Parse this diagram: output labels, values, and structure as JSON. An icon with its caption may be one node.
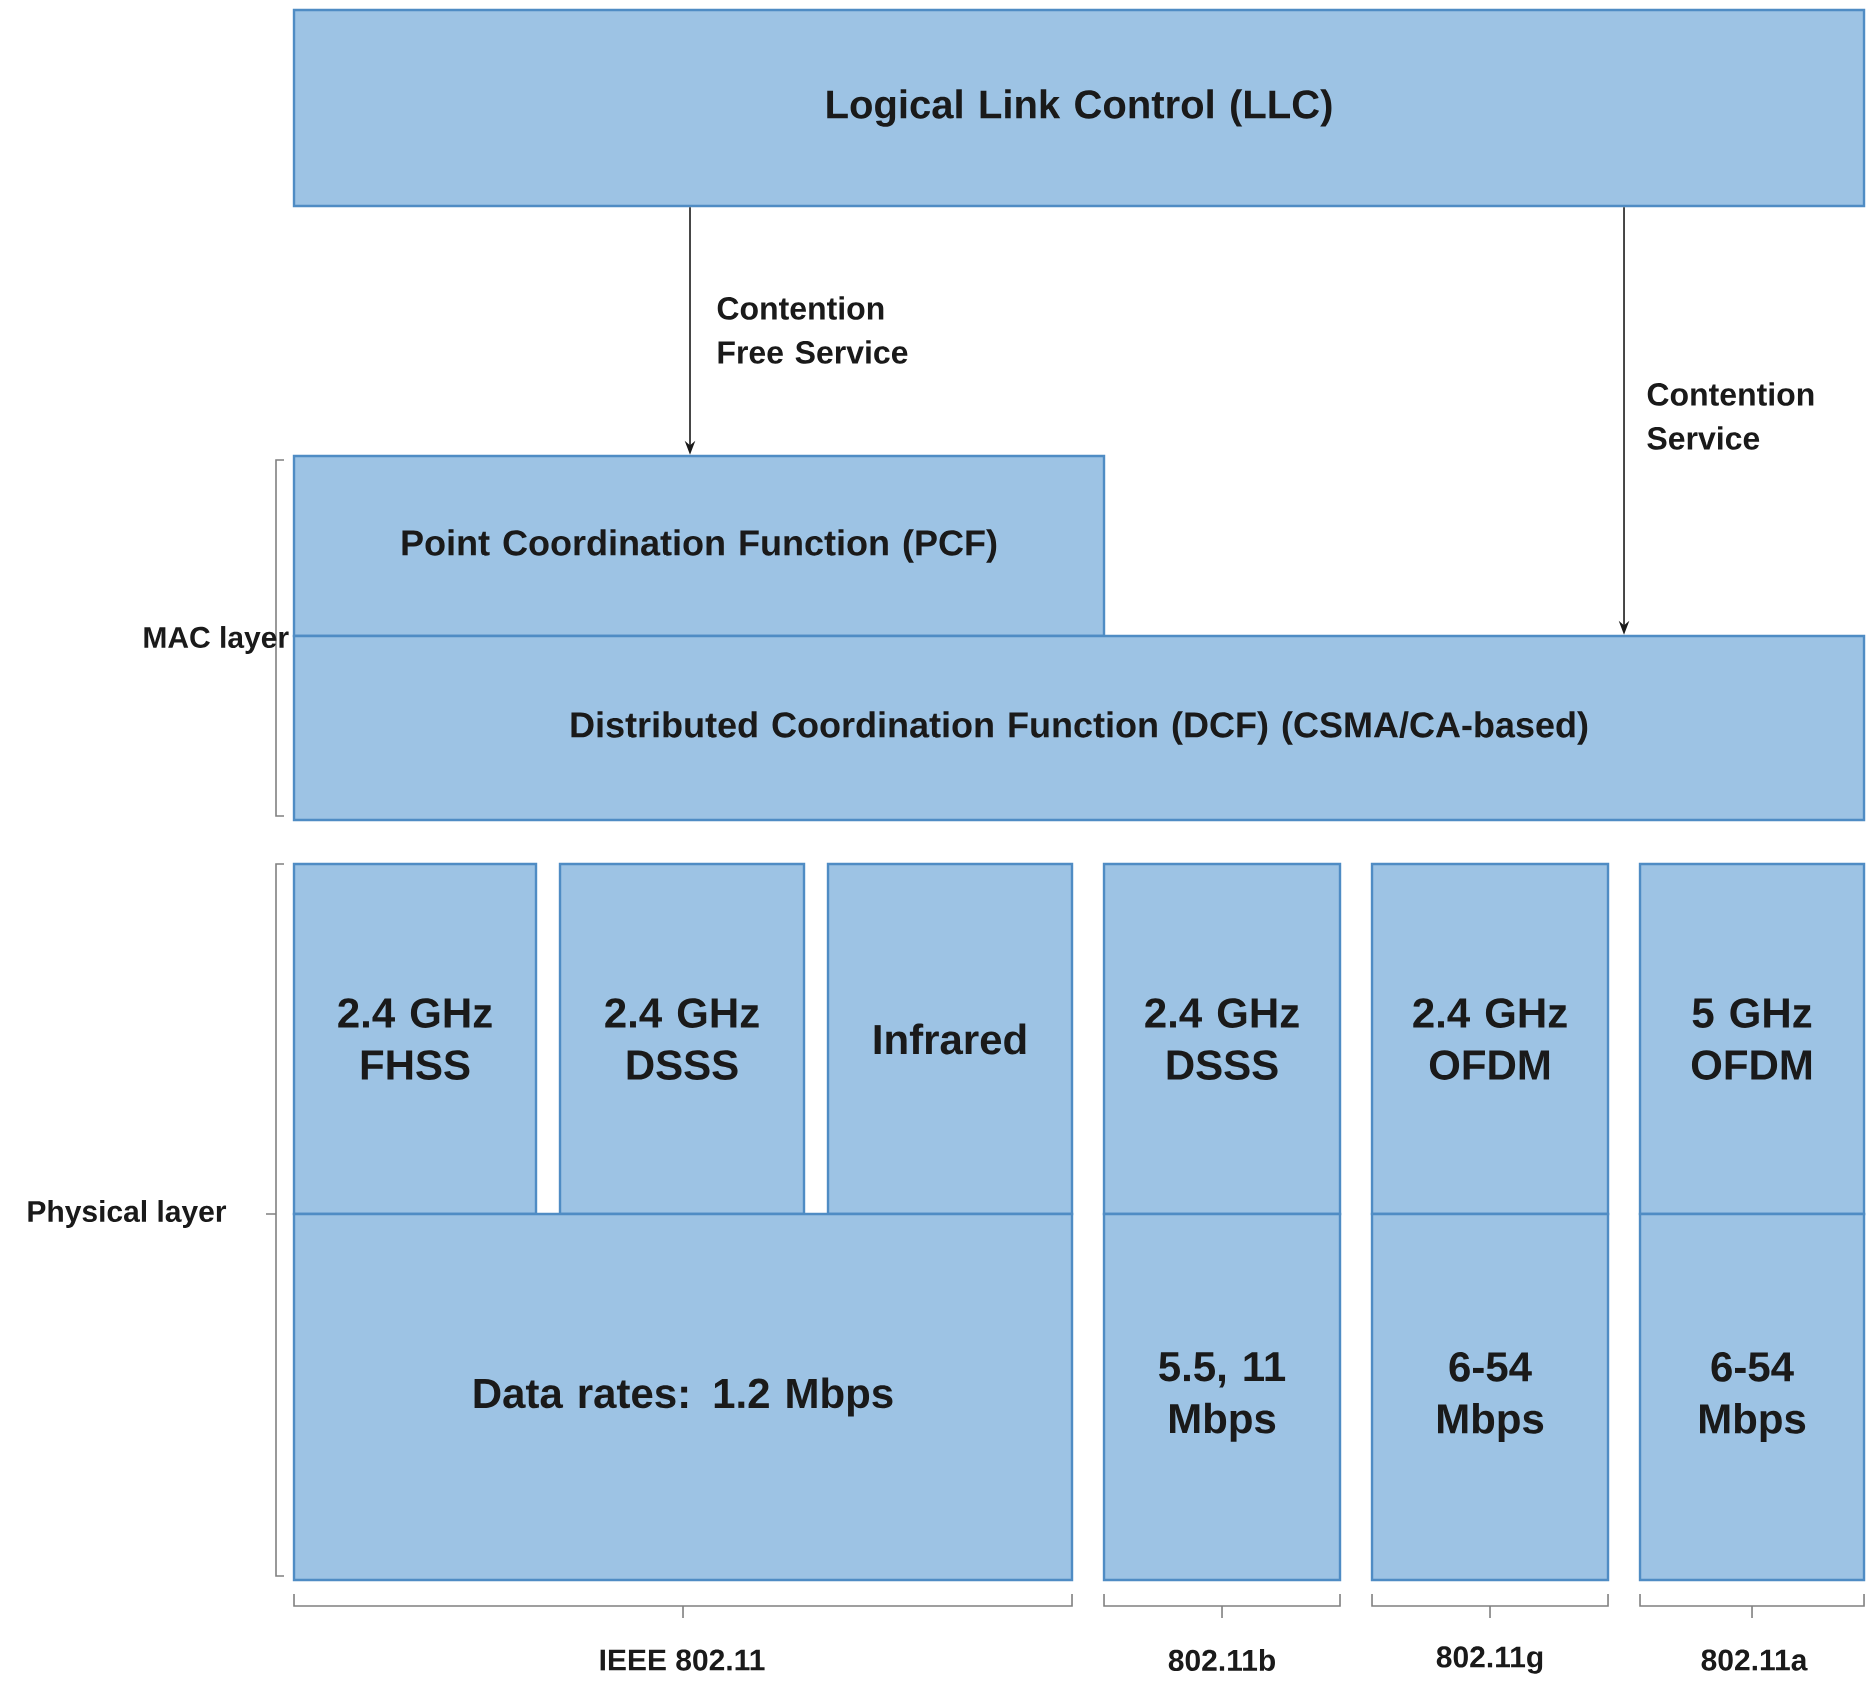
{
  "diagram": {
    "nodes": [
      {
        "text": [
          "Logical Link Control (LLC)"
        ]
      },
      {
        "text": [
          "Point Coordination Function (PCF)"
        ]
      },
      {
        "text": [
          "Distributed Coordination Function (DCF) (CSMA/CA-based)"
        ]
      },
      {
        "text": [
          "2.4 GHz FHSS"
        ]
      },
      {
        "text": [
          "2.4 GHz DSSS"
        ]
      },
      {
        "text": [
          "Infrared"
        ]
      },
      {
        "text": [
          "Data rates: 1.2 Mbps"
        ]
      },
      {
        "text": [
          "2.4 GHz DSSS"
        ]
      },
      {
        "text": [
          "5.5, 11 Mbps"
        ]
      },
      {
        "text": [
          "2.4 GHz OFDM"
        ]
      },
      {
        "text": [
          "6-54 Mbps"
        ]
      },
      {
        "text": [
          "5 GHz OFDM"
        ]
      },
      {
        "text": [
          "6-54 Mbps"
        ]
      }
    ],
    "edges": [
      {
        "from": 0,
        "to": 1,
        "arrow": "to",
        "label": "Contention Free Service"
      },
      {
        "from": 0,
        "to": 2,
        "arrow": "to",
        "label": "Contention Service"
      }
    ],
    "labels": [
      "MAC layer",
      "Physical layer",
      "IEEE 802.11",
      "802.11b",
      "802.11g",
      "802.11a"
    ]
  }
}
